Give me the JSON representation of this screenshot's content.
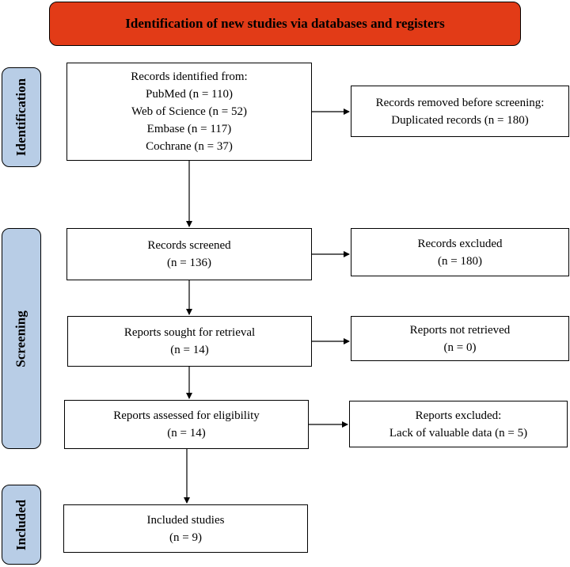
{
  "header": {
    "title": "Identification of new studies via databases and registers"
  },
  "stages": {
    "identification": "Identification",
    "screening": "Screening",
    "included": "Included"
  },
  "identified": {
    "title": "Records identified from:",
    "lines": [
      "PubMed (n = 110)",
      "Web of Science (n = 52)",
      "Embase (n = 117)",
      "Cochrane (n = 37)"
    ]
  },
  "removed": {
    "title": "Records removed before screening:",
    "detail": "Duplicated records (n = 180)"
  },
  "screened": {
    "title": "Records screened",
    "count": "(n = 136)"
  },
  "excluded": {
    "title": "Records excluded",
    "count": "(n = 180)"
  },
  "sought": {
    "title": "Reports sought for retrieval",
    "count": "(n = 14)"
  },
  "not_retrieved": {
    "title": "Reports not retrieved",
    "count": "(n = 0)"
  },
  "assessed": {
    "title": "Reports assessed for eligibility",
    "count": "(n = 14)"
  },
  "reports_excluded": {
    "title": "Reports excluded:",
    "detail": "Lack of valuable data (n = 5)"
  },
  "included": {
    "title": "Included studies",
    "count": "(n = 9)"
  }
}
